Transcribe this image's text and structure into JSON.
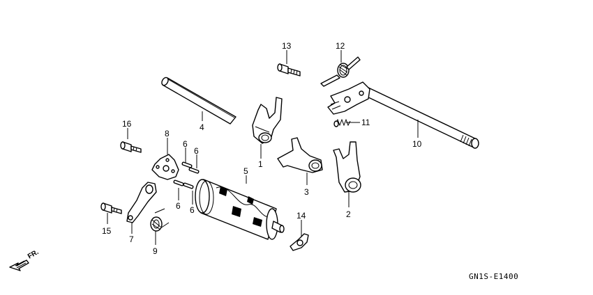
{
  "diagram": {
    "code": "GN1S-E1400",
    "direction_label": "FR."
  },
  "callouts": {
    "c1": "1",
    "c2": "2",
    "c3": "3",
    "c4": "4",
    "c5": "5",
    "c6a": "6",
    "c6b": "6",
    "c6c": "6",
    "c6d": "6",
    "c7": "7",
    "c8": "8",
    "c9": "9",
    "c10": "10",
    "c11": "11",
    "c12": "12",
    "c13": "13",
    "c14": "14",
    "c15": "15",
    "c16": "16"
  }
}
